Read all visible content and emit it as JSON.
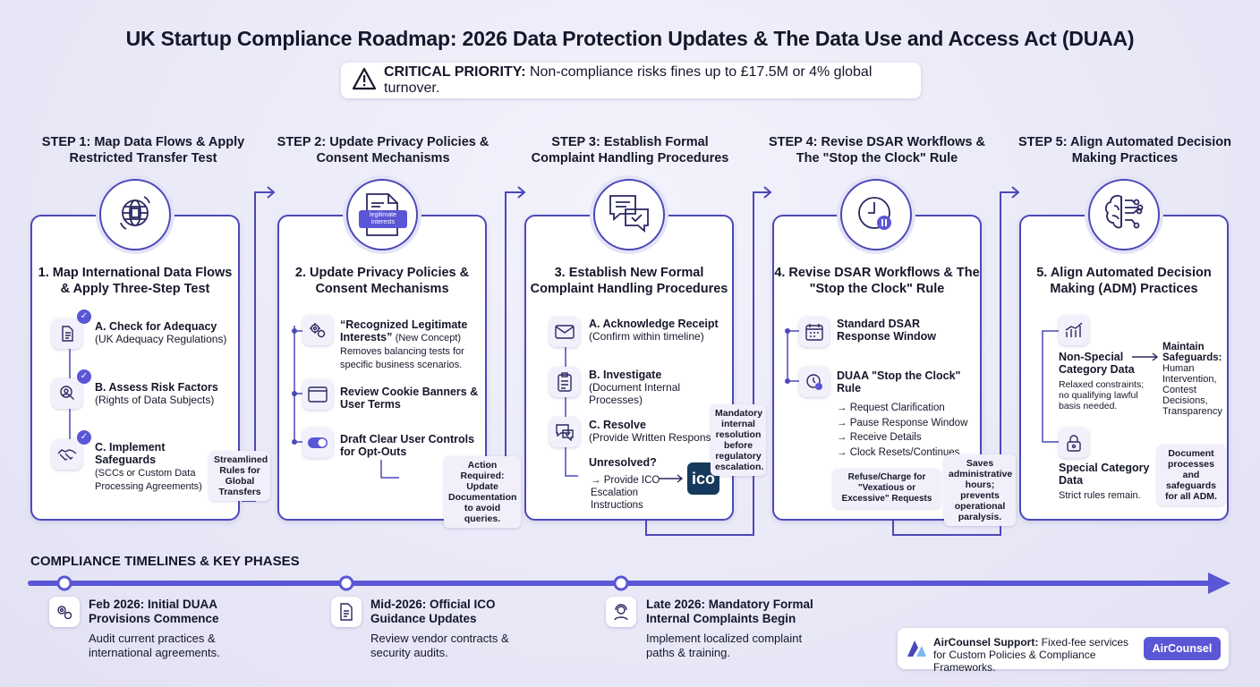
{
  "title": "UK Startup Compliance Roadmap: 2026 Data Protection Updates & The Data Use and Access Act (DUAA)",
  "priority": {
    "label": "CRITICAL PRIORITY:",
    "text": "Non-compliance risks fines up to £17.5M or 4% global turnover."
  },
  "steps": [
    {
      "header": "STEP 1: Map Data Flows & Apply Restricted Transfer Test",
      "card_title": "1. Map International Data Flows & Apply Three-Step Test",
      "items": [
        {
          "title": "A. Check for Adequacy",
          "desc": "(UK Adequacy Regulations)"
        },
        {
          "title": "B. Assess Risk Factors",
          "desc": "(Rights of Data Subjects)"
        },
        {
          "title": "C. Implement Safeguards",
          "desc": "(SCCs or Custom Data Processing Agreements)"
        }
      ],
      "note": "Streamlined Rules for Global Transfers"
    },
    {
      "header": "STEP 2: Update Privacy Policies & Consent Mechanisms",
      "card_title": "2. Update Privacy Policies & Consent Mechanisms",
      "icon_text": "legitimate interests",
      "items": [
        {
          "title": "“Recognized Legitimate Interests”",
          "badge": "(New Concept)",
          "desc": "Removes balancing tests for specific business scenarios."
        },
        {
          "title": "Review Cookie Banners & User Terms"
        },
        {
          "title": "Draft Clear User Controls for Opt-Outs"
        }
      ],
      "note": "Action Required: Update Documentation to avoid queries."
    },
    {
      "header": "STEP 3: Establish Formal Complaint Handling Procedures",
      "card_title": "3. Establish New Formal Complaint Handling Procedures",
      "items": [
        {
          "title": "A. Acknowledge Receipt",
          "desc": "(Confirm within timeline)"
        },
        {
          "title": "B. Investigate",
          "desc": "(Document Internal Processes)"
        },
        {
          "title": "C. Resolve",
          "desc": "(Provide Written Response)"
        }
      ],
      "unresolved": "Unresolved?",
      "escalation": "→ Provide ICO Escalation Instructions",
      "ico": "ico",
      "note": "Mandatory internal resolution before regulatory escalation."
    },
    {
      "header": "STEP 4: Revise DSAR Workflows & The \"Stop the Clock\" Rule",
      "card_title": "4. Revise DSAR Workflows & The \"Stop the Clock\" Rule",
      "items": [
        {
          "title": "Standard DSAR Response Window"
        },
        {
          "title": "DUAA \"Stop the Clock\" Rule"
        }
      ],
      "sub": [
        "→ Request Clarification",
        "→ Pause Response Window",
        "→ Receive Details",
        "→ Clock Resets/Continues"
      ],
      "refuse": "Refuse/Charge for \"Vexatious or Excessive\" Requests",
      "note": "Saves administrative hours; prevents operational paralysis."
    },
    {
      "header": "STEP 5: Align Automated Decision Making Practices",
      "card_title": "5. Align Automated Decision Making (ADM) Practices",
      "items": [
        {
          "title": "Non-Special Category Data",
          "desc": "Relaxed constraints; no qualifying lawful basis needed."
        },
        {
          "title": "Special Category Data",
          "desc": "Strict rules remain."
        }
      ],
      "safeguards_title": "Maintain Safeguards:",
      "safeguards": "Human Intervention, Contest Decisions, Transparency",
      "note": "Document processes and safeguards for all ADM."
    }
  ],
  "timeline": {
    "title": "COMPLIANCE TIMELINES & KEY PHASES",
    "phases": [
      {
        "title": "Feb 2026: Initial DUAA Provisions Commence",
        "desc": "Audit current practices & international agreements."
      },
      {
        "title": "Mid-2026: Official ICO Guidance Updates",
        "desc": "Review vendor contracts & security audits."
      },
      {
        "title": "Late 2026: Mandatory Formal Internal Complaints Begin",
        "desc": "Implement localized complaint paths & training."
      }
    ]
  },
  "support": {
    "label": "AirCounsel Support:",
    "text": "Fixed-fee services for Custom Policies & Compliance Frameworks.",
    "button": "AirCounsel"
  },
  "colors": {
    "accent": "#4b48b8",
    "button": "#5a56d6",
    "background": "#eceaf8"
  }
}
